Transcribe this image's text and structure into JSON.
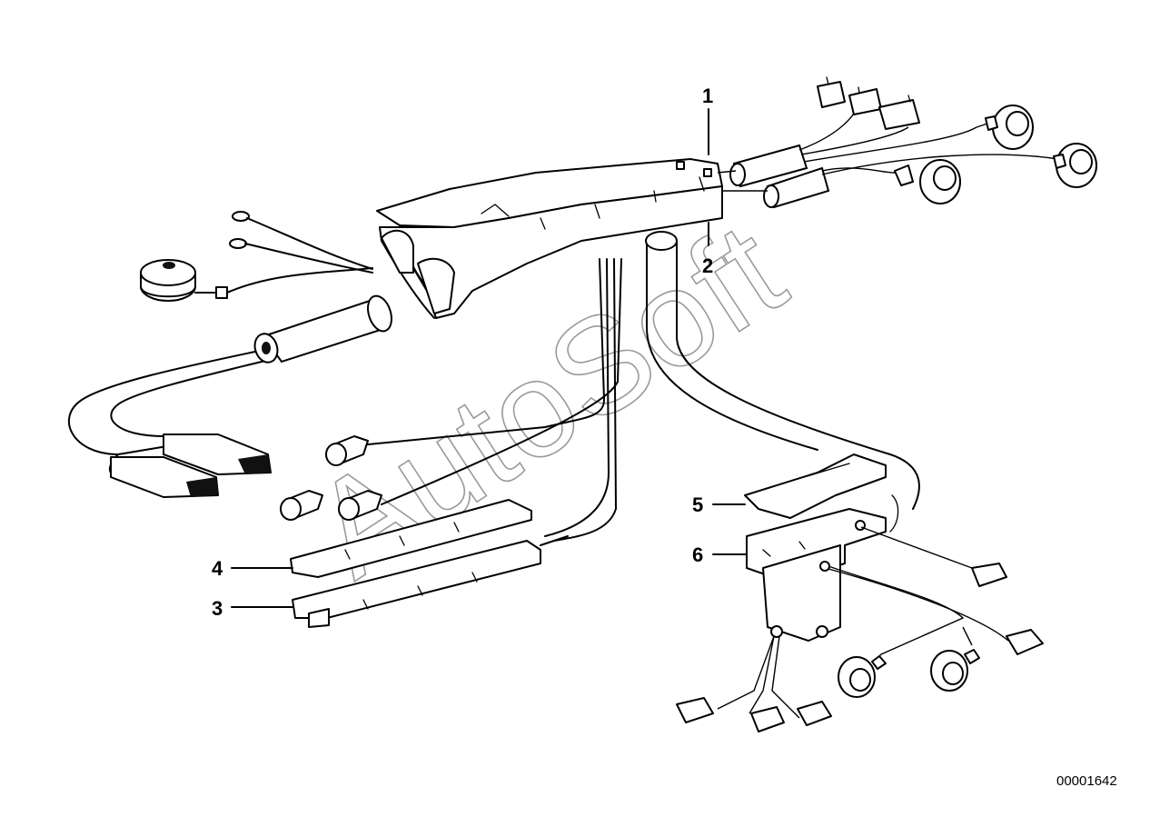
{
  "diagram": {
    "callouts": [
      {
        "id": "1",
        "label": "1"
      },
      {
        "id": "2",
        "label": "2"
      },
      {
        "id": "3",
        "label": "3"
      },
      {
        "id": "4",
        "label": "4"
      },
      {
        "id": "5",
        "label": "5"
      },
      {
        "id": "6",
        "label": "6"
      }
    ],
    "watermark": "AutoSoft",
    "document_number": "00001642"
  }
}
